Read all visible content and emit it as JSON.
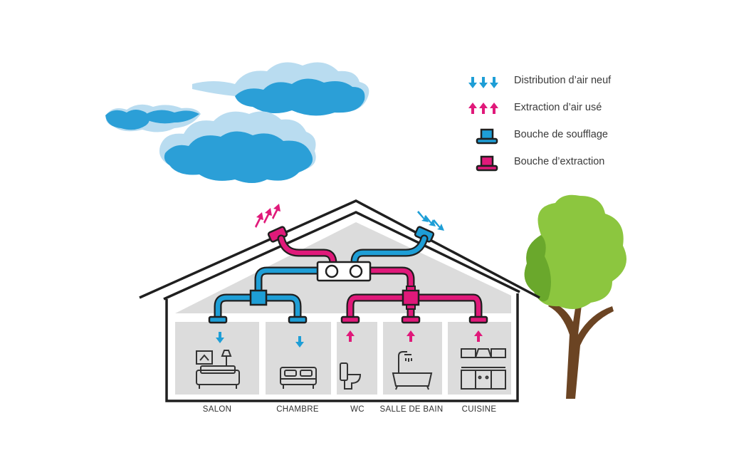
{
  "legend": {
    "fresh_air": "Distribution d’air neuf",
    "stale_air": "Extraction d’air usé",
    "supply_vent": "Bouche de soufflage",
    "extract_vent": "Bouche d’extraction"
  },
  "rooms": [
    "SALON",
    "CHAMBRE",
    "WC",
    "SALLE DE BAIN",
    "CUISINE"
  ],
  "colors": {
    "supply": "#1e9ed6",
    "extract": "#e0197a",
    "cloud": "#2b9fd7",
    "cloud_light": "#b9dcf0",
    "room": "#dcdcdc",
    "outline": "#1f1f1f",
    "tree_light": "#8cc63f",
    "tree_dark": "#6aa82c",
    "trunk": "#6b4423"
  },
  "icons": [
    "cloud-icon",
    "tree-icon",
    "sofa-icon",
    "bed-icon",
    "toilet-icon",
    "bathtub-icon",
    "kitchen-icon",
    "heat-exchanger-icon"
  ]
}
